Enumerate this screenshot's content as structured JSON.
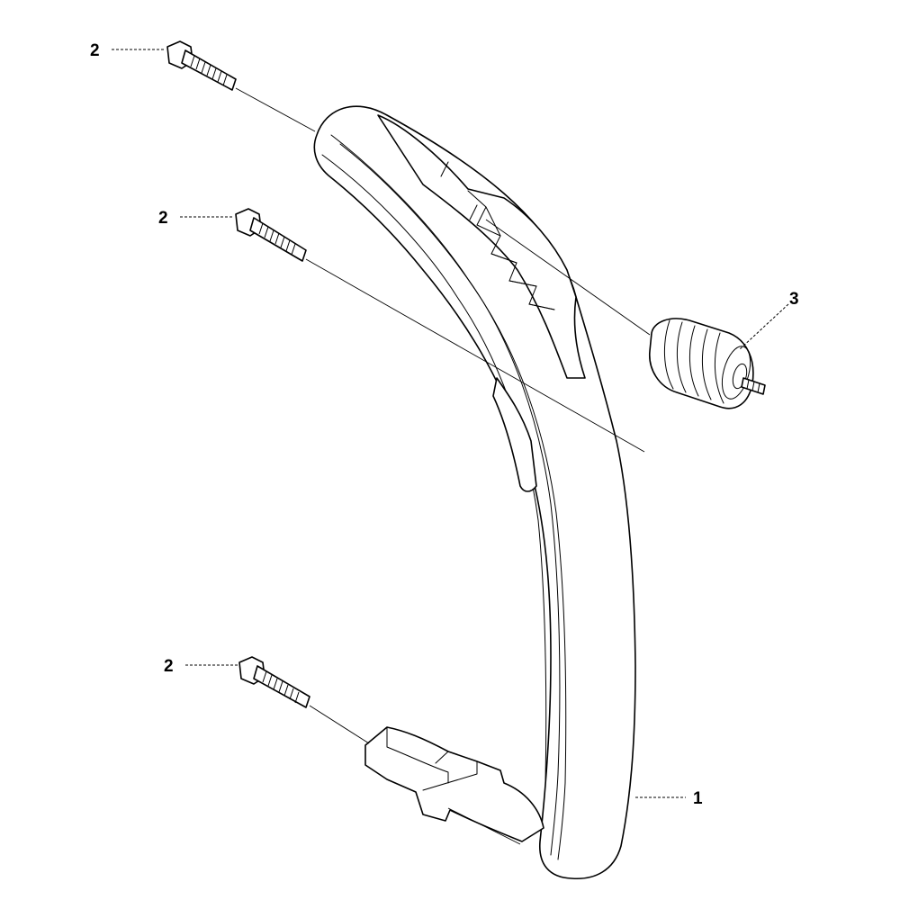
{
  "diagram": {
    "callouts": {
      "handle": "1",
      "screw_top": "2",
      "screw_middle": "2",
      "screw_bottom": "2",
      "damper": "3"
    }
  }
}
